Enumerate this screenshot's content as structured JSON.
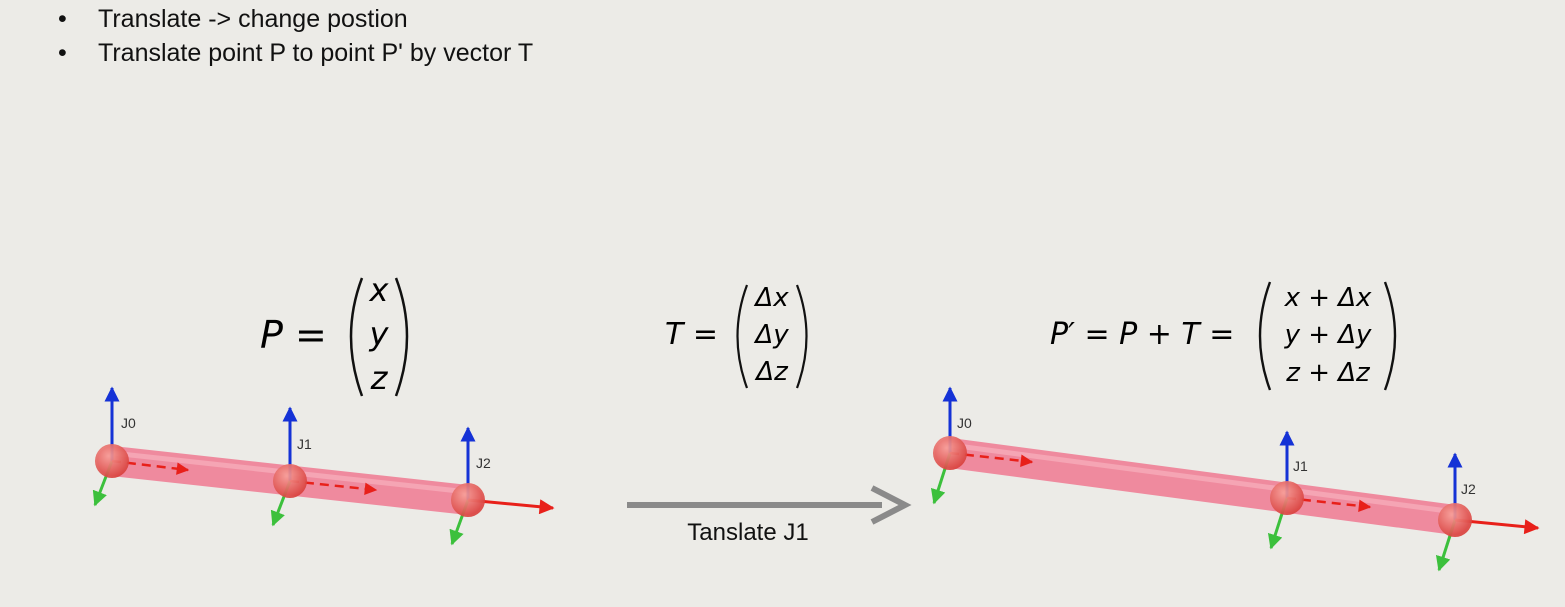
{
  "bullets": [
    "Translate -> change postion",
    "Translate point P to point P' by vector T"
  ],
  "equations": {
    "p": {
      "lhs": "P =",
      "rows": [
        "x",
        "y",
        "z"
      ]
    },
    "t": {
      "lhs": "T =",
      "rows": [
        "Δx",
        "Δy",
        "Δz"
      ]
    },
    "p_prime": {
      "lhs": "P′ = P + T =",
      "rows": [
        "x + Δx",
        "y + Δy",
        "z + Δz"
      ]
    }
  },
  "arrow_label": "Tanslate J1",
  "chain_before": {
    "joints": [
      "J0",
      "J1",
      "J2"
    ]
  },
  "chain_after": {
    "joints": [
      "J0",
      "J1",
      "J2"
    ]
  },
  "colors": {
    "background": "#ecebe7",
    "bone": "#f07a92",
    "joint": "#e8504f",
    "x_axis": "#e8201a",
    "y_axis": "#3cc03c",
    "z_axis": "#1532d6",
    "transition_arrow": "#8a8a8a"
  }
}
